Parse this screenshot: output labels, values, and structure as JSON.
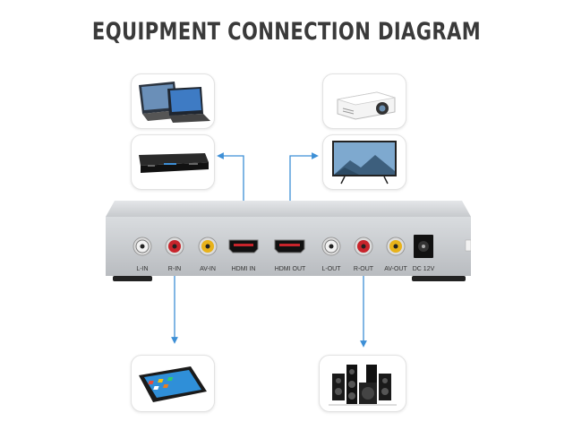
{
  "title": "EQUIPMENT CONNECTION DIAGRAM",
  "ports": {
    "l_in": "L-IN",
    "r_in": "R-IN",
    "av_in": "AV-IN",
    "hdmi_in": "HDMI IN",
    "hdmi_out": "HDMI OUT",
    "l_out": "L-OUT",
    "r_out": "R-OUT",
    "av_out": "AV-OUT",
    "dc": "DC 12V"
  },
  "devices": {
    "top_left": [
      "laptop-icon",
      "dvd-player-icon"
    ],
    "top_right": [
      "projector-icon",
      "monitor-icon"
    ],
    "bottom_left": [
      "tablet-icon"
    ],
    "bottom_right": [
      "speaker-system-icon"
    ]
  },
  "colors": {
    "arrow": "#3d8fd6",
    "rca_red": "#c8242b",
    "rca_yellow": "#e8b21a",
    "rca_white": "#f2f2f2",
    "device_body": "#cfd2d6"
  }
}
